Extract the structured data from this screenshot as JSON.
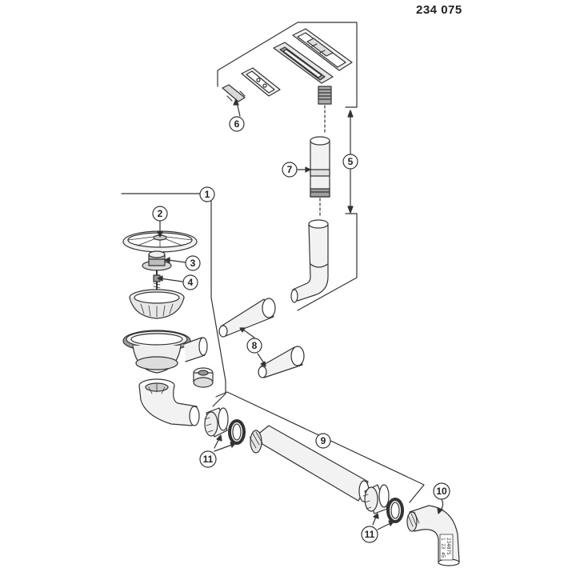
{
  "product_code": "234 075",
  "callouts": [
    {
      "id": "c1",
      "label": "1"
    },
    {
      "id": "c2",
      "label": "2"
    },
    {
      "id": "c3",
      "label": "3"
    },
    {
      "id": "c4",
      "label": "4"
    },
    {
      "id": "c5",
      "label": "5"
    },
    {
      "id": "c6",
      "label": "6"
    },
    {
      "id": "c7",
      "label": "7"
    },
    {
      "id": "c8",
      "label": "8"
    },
    {
      "id": "c9",
      "label": "9"
    },
    {
      "id": "c10",
      "label": "10"
    },
    {
      "id": "c11a",
      "label": "11"
    },
    {
      "id": "c11b",
      "label": "11"
    }
  ],
  "pipe_label": {
    "line1": "234075",
    "line2": "1 23 45"
  },
  "colors": {
    "line": "#333333",
    "fill": "#f2f2f2",
    "shade": "#bdbdbd",
    "dark": "#555555"
  }
}
